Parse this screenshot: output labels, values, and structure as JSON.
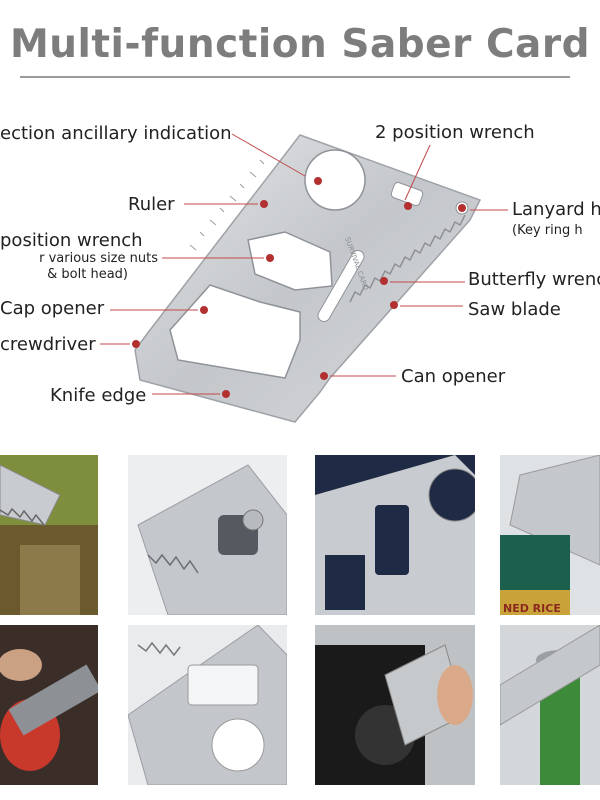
{
  "title": "Multi-function Saber Card",
  "labels": {
    "direction": "ection ancillary indication",
    "two_wrench": "2 position wrench",
    "ruler": "Ruler",
    "lanyard": "Lanyard h",
    "lanyard_sub": "(Key ring h",
    "position_wrench": "position wrench",
    "nuts_line1": "r various size nuts",
    "nuts_line2": "& bolt head)",
    "butterfly": "Butterfly wrenc",
    "cap": "Cap opener",
    "saw": "Saw blade",
    "screwdriver": "crewdriver",
    "can": "Can opener",
    "knife": "Knife edge"
  },
  "card_engraving": "SURVIVAL CARD",
  "photos_label_can": "NED RICE",
  "colors": {
    "title": "#7d7d7d",
    "leader": "#c24a4a",
    "dot": "#b23030",
    "steel": "#c9ccd0"
  }
}
